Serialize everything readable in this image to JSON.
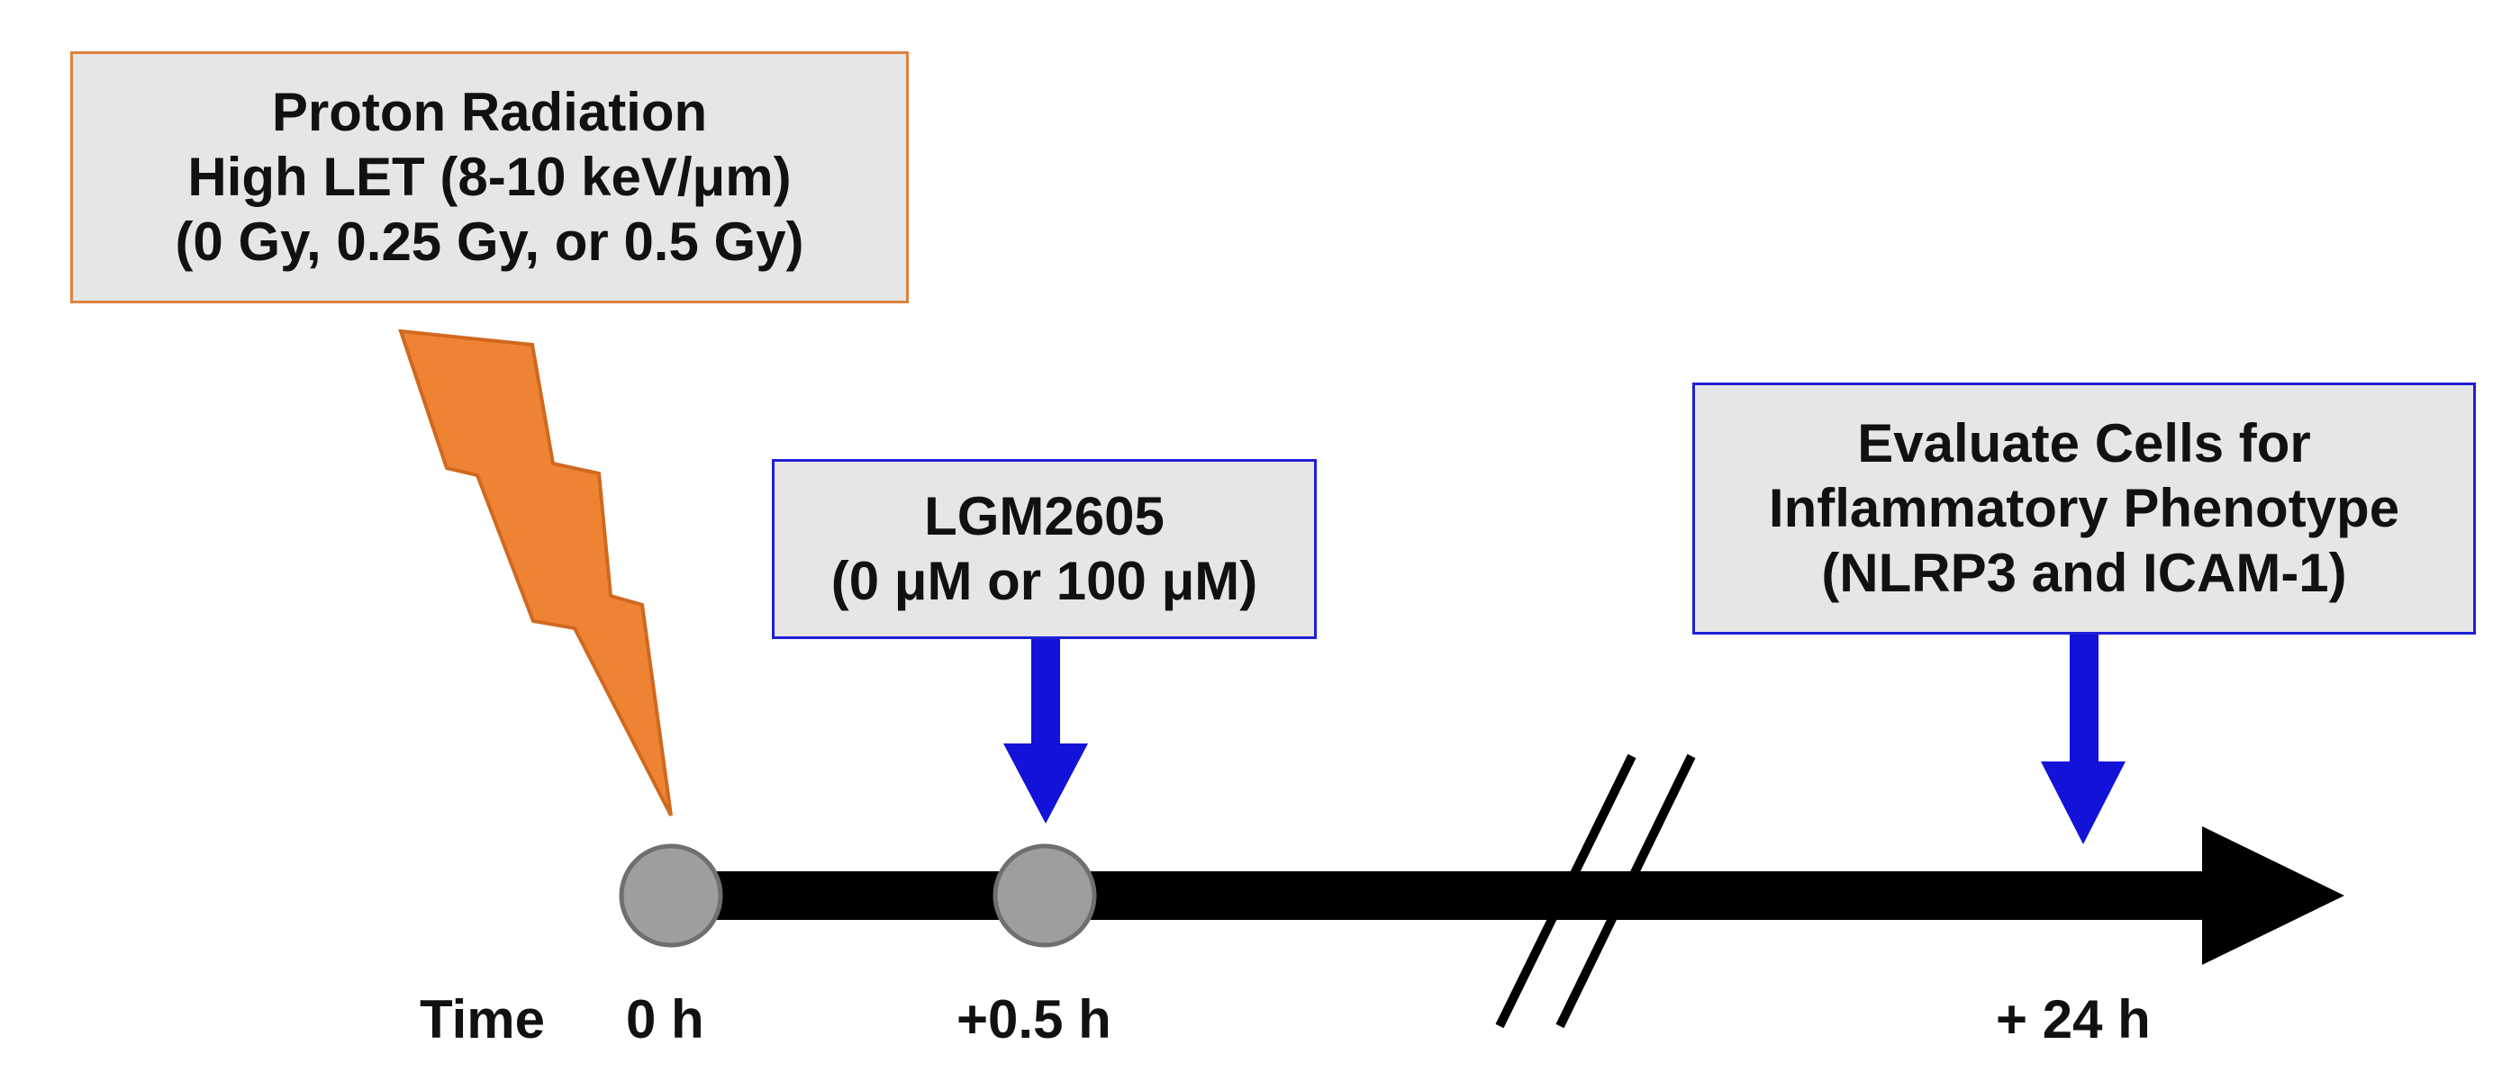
{
  "boxes": {
    "proton": {
      "lines": [
        "Proton Radiation",
        "High LET (8-10 keV/μm)",
        "(0 Gy, 0.25 Gy, or 0.5 Gy)"
      ]
    },
    "lgm": {
      "lines": [
        "LGM2605",
        "(0 μM or 100 μM)"
      ]
    },
    "evaluate": {
      "lines": [
        "Evaluate Cells for",
        "Inflammatory Phenotype",
        "(NLRP3 and ICAM-1)"
      ]
    }
  },
  "timeline": {
    "axis_label": "Time",
    "ticks": [
      "0 h",
      "+0.5 h",
      "+ 24 h"
    ]
  },
  "colors": {
    "radiation": "#ee8433",
    "radiation_border": "#e0823f",
    "treatment_arrow": "#1212d9",
    "timeline": "#000000",
    "time_point": "#9e9e9e",
    "box_fill": "#e6e6e6"
  }
}
